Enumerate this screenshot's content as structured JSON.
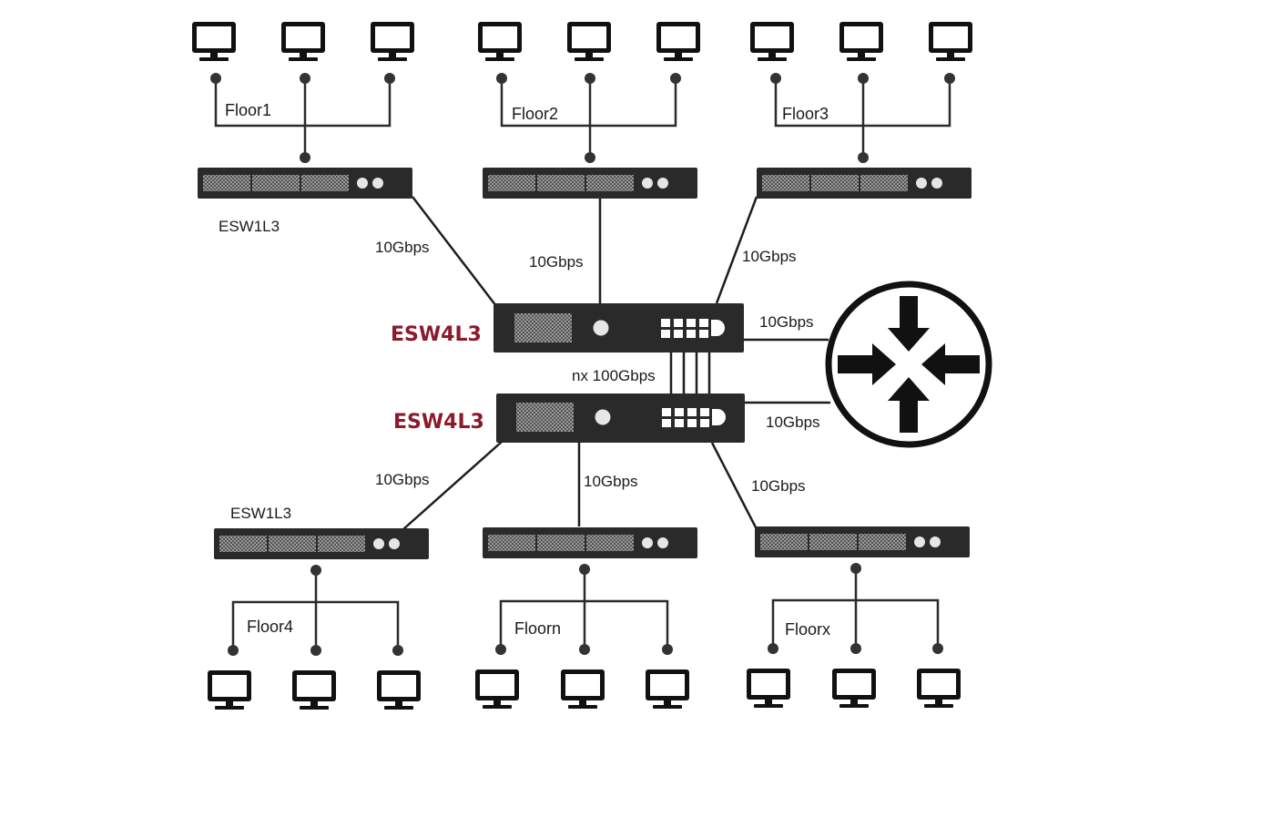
{
  "colors": {
    "device": "#2a2a2a",
    "core_label": "#8b1a2b",
    "line": "#1e1e1e"
  },
  "icons": [
    "monitor-icon",
    "switch-icon",
    "router-icon"
  ],
  "top_floors": [
    {
      "label": "Floor1",
      "switch_label": "ESW1L3"
    },
    {
      "label": "Floor2",
      "switch_label": ""
    },
    {
      "label": "Floor3",
      "switch_label": ""
    }
  ],
  "bottom_floors": [
    {
      "label": "Floor4",
      "switch_label": "ESW1L3"
    },
    {
      "label": "Floorn",
      "switch_label": ""
    },
    {
      "label": "Floorx",
      "switch_label": ""
    }
  ],
  "core": {
    "upper_label": "ESW4L3",
    "lower_label": "ESW4L3",
    "interlink_label": "nx 100Gbps"
  },
  "links": {
    "top_left": "10Gbps",
    "top_mid": "10Gbps",
    "top_right": "10Gbps",
    "router_upper": "10Gbps",
    "router_lower": "10Gbps",
    "bottom_left": "10Gbps",
    "bottom_mid": "10Gbps",
    "bottom_right": "10Gbps"
  }
}
